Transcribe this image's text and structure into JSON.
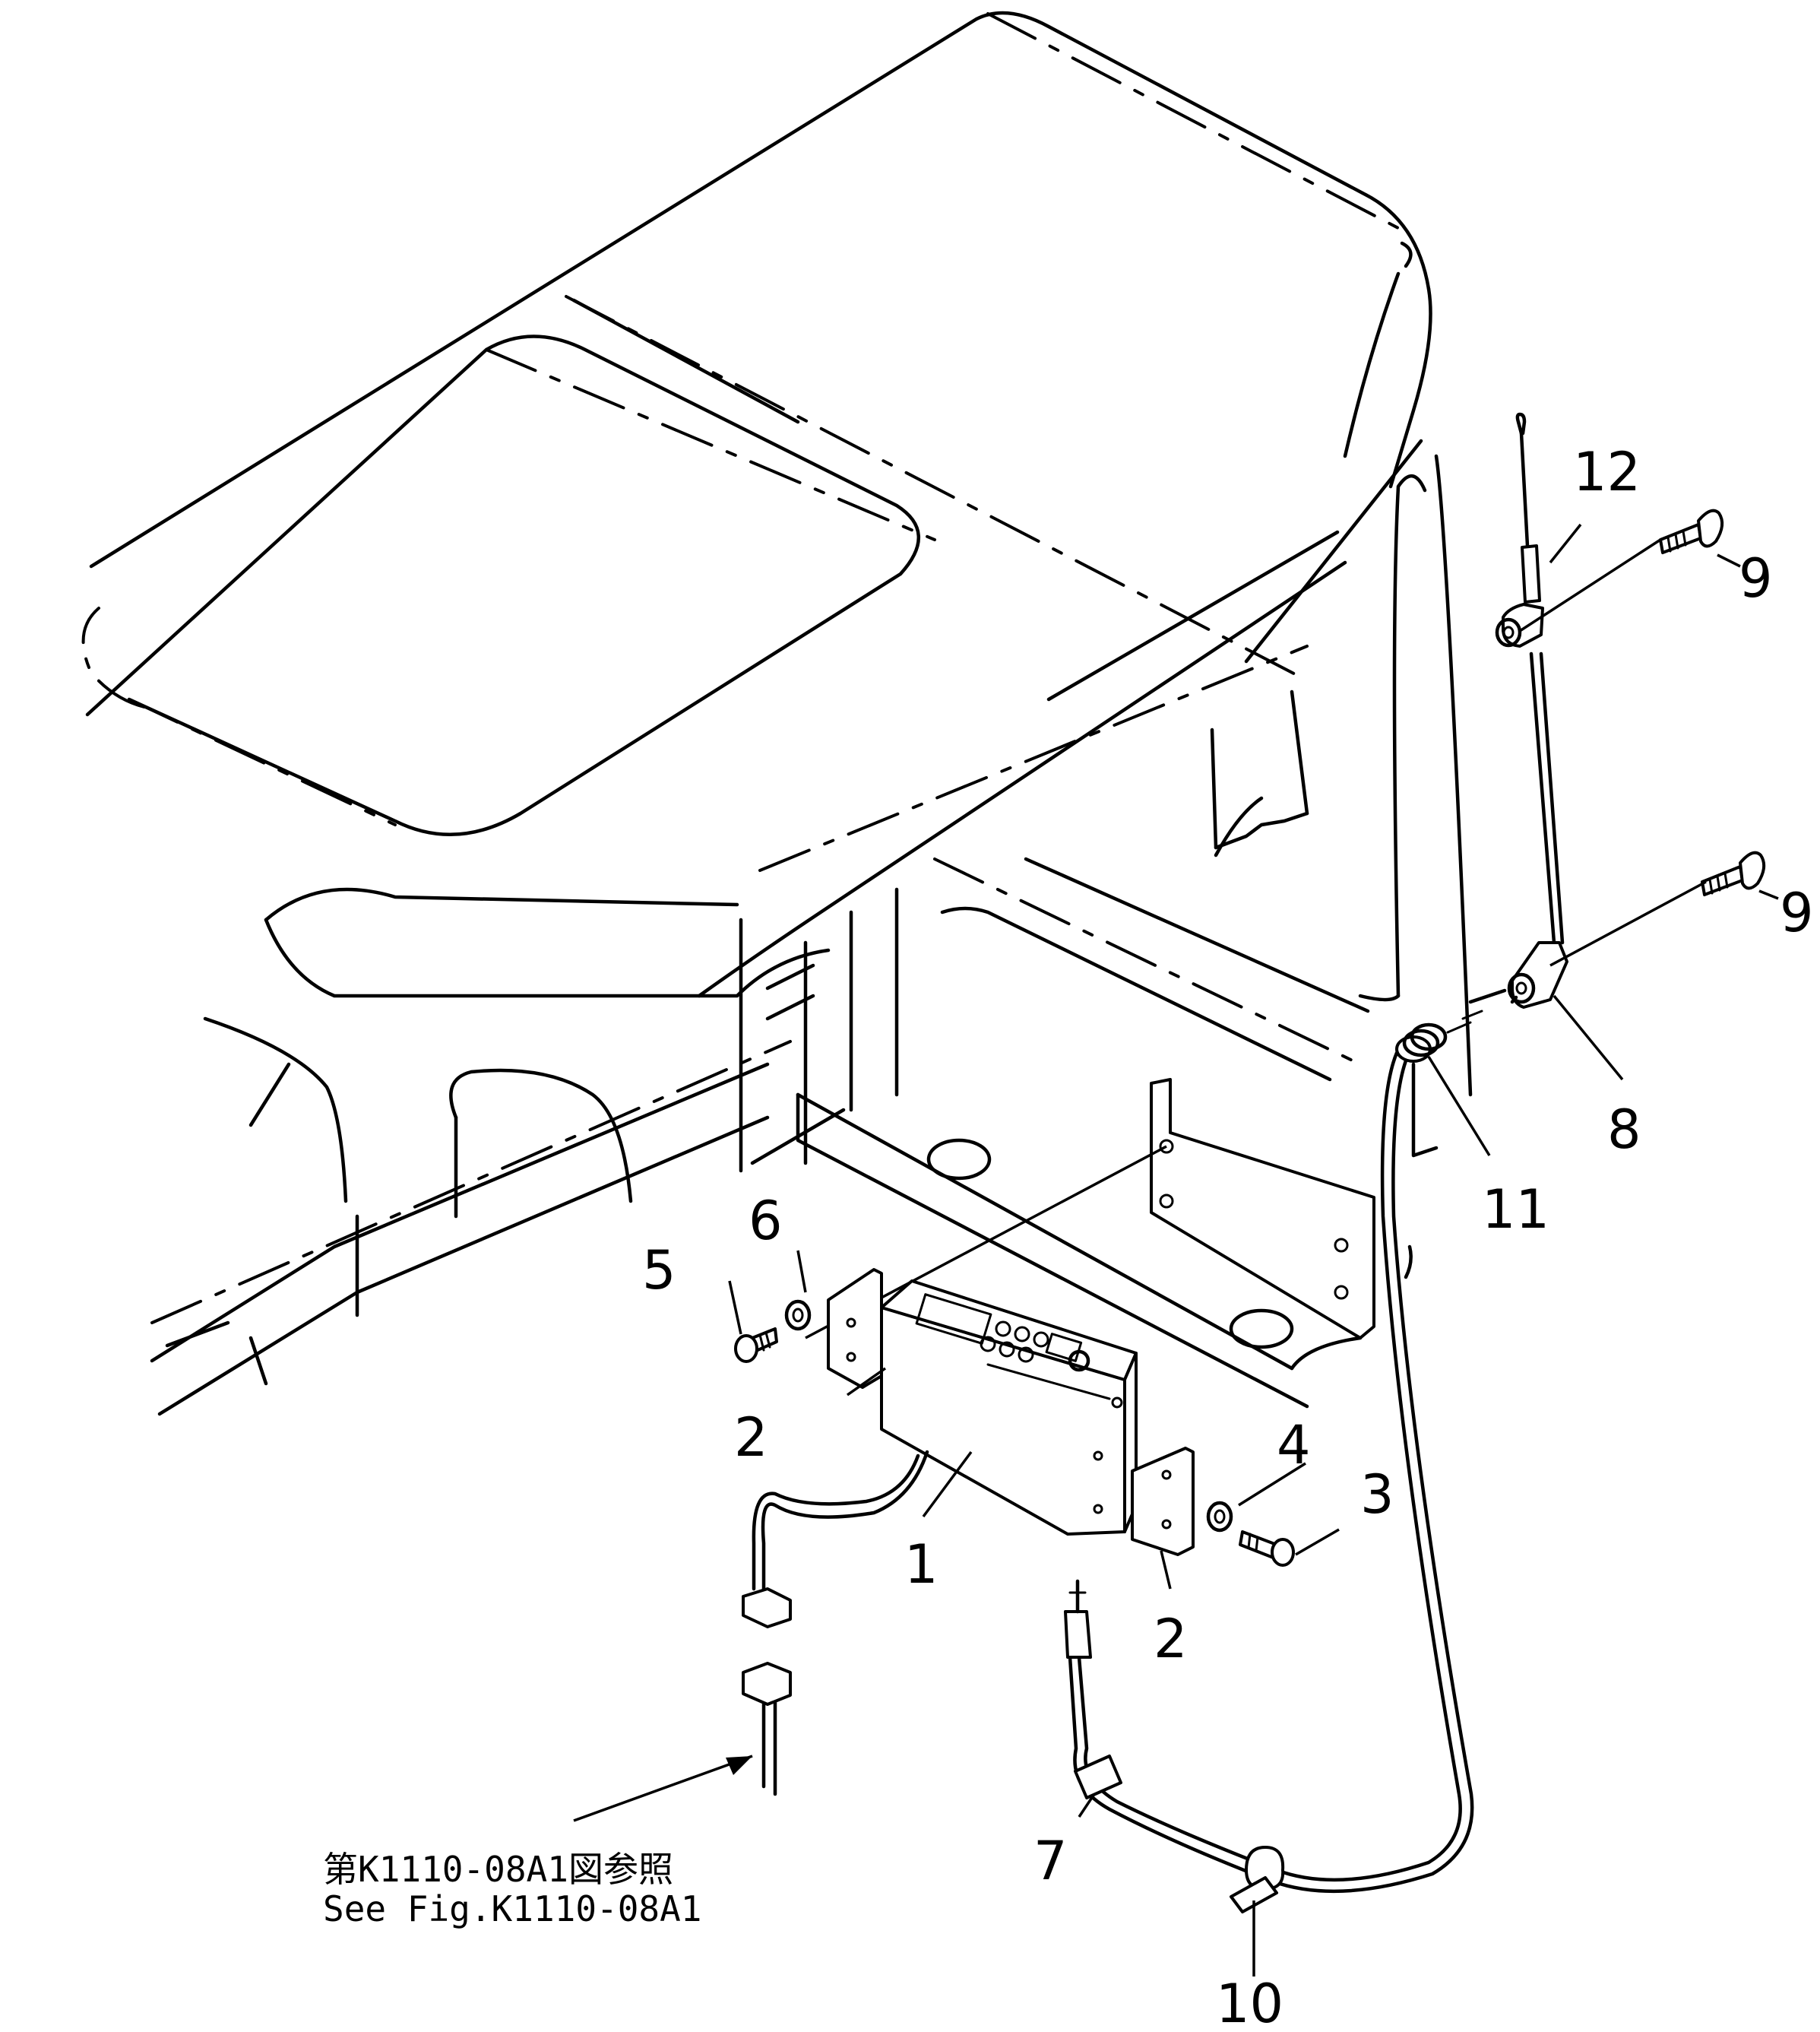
{
  "figure": {
    "callouts": [
      {
        "id": "c1",
        "label": "1"
      },
      {
        "id": "c2a",
        "label": "2"
      },
      {
        "id": "c2b",
        "label": "2"
      },
      {
        "id": "c3",
        "label": "3"
      },
      {
        "id": "c4",
        "label": "4"
      },
      {
        "id": "c5",
        "label": "5"
      },
      {
        "id": "c6",
        "label": "6"
      },
      {
        "id": "c7",
        "label": "7"
      },
      {
        "id": "c8",
        "label": "8"
      },
      {
        "id": "c9a",
        "label": "9"
      },
      {
        "id": "c9b",
        "label": "9"
      },
      {
        "id": "c10",
        "label": "10"
      },
      {
        "id": "c11",
        "label": "11"
      },
      {
        "id": "c12",
        "label": "12"
      }
    ],
    "reference_note": {
      "line1": "第K1110-08A1図参照",
      "line2": "See Fig.K1110-08A1"
    }
  }
}
